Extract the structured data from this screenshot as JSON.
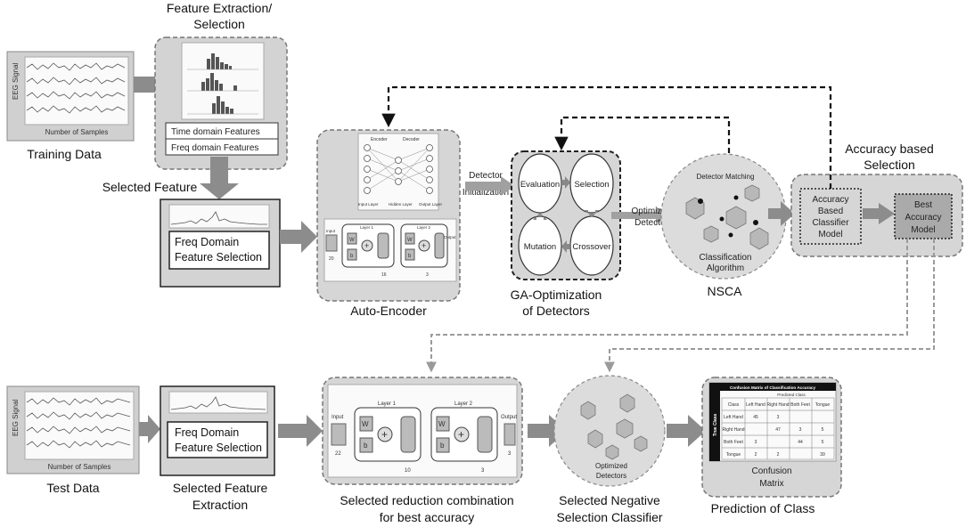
{
  "diagram": {
    "training_data": {
      "caption": "Training Data",
      "signal_axis": "EEG Signal",
      "samples_axis": "Number of Samples"
    },
    "feature_extraction": {
      "title_line1": "Feature Extraction/",
      "title_line2": "Selection",
      "time_features": "Time domain Features",
      "freq_features": "Freq domain Features"
    },
    "selected_feature": {
      "caption": "Selected Feature",
      "box_line1": "Freq Domain",
      "box_line2": "Feature Selection"
    },
    "auto_encoder": {
      "caption": "Auto-Encoder",
      "input_layer": "Input Layer",
      "hidden_layer": "Hidden Layer",
      "output_layer": "Output Layer",
      "encoder": "Encoder",
      "decoder": "Decoder",
      "layer1": "Layer 1",
      "layer2": "Layer 2",
      "input": "Input",
      "output": "Output",
      "w": "W",
      "b": "b",
      "plus": "+",
      "size_in": "20",
      "size_mid": "16",
      "size_out": "3"
    },
    "detector_init": {
      "line1": "Detector",
      "line2": "Initialization"
    },
    "ga": {
      "caption_line1": "GA-Optimization",
      "caption_line2": "of Detectors",
      "evaluation": "Evaluation",
      "selection": "Selection",
      "mutation": "Mutation",
      "crossover": "Crossover"
    },
    "optimized_detector": {
      "line1": "Optimized",
      "line2": "Detector"
    },
    "nsca": {
      "caption": "NSCA",
      "detector_matching": "Detector Matching",
      "algo_line1": "Classification",
      "algo_line2": "Algorithm"
    },
    "accuracy_selection": {
      "title_line1": "Accuracy based",
      "title_line2": "Selection",
      "model_line1": "Accuracy",
      "model_line2": "Based",
      "model_line3": "Classifier",
      "model_line4": "Model",
      "best_line1": "Best",
      "best_line2": "Accuracy",
      "best_line3": "Model"
    },
    "test_data": {
      "caption": "Test Data",
      "signal_axis": "EEG Signal",
      "samples_axis": "Number of Samples"
    },
    "selected_feature_extraction": {
      "caption_line1": "Selected Feature",
      "caption_line2": "Extraction",
      "box_line1": "Freq Domain",
      "box_line2": "Feature Selection"
    },
    "reduction": {
      "caption_line1": "Selected reduction combination",
      "caption_line2": "for best accuracy",
      "layer1": "Layer 1",
      "layer2": "Layer 2",
      "input": "Input",
      "output": "Output",
      "w": "W",
      "b": "b",
      "plus": "+",
      "size_in": "22",
      "size_mid": "10",
      "size_out": "3"
    },
    "negative_selection": {
      "caption_line1": "Selected Negative",
      "caption_line2": "Selection Classifier",
      "inner_line1": "Optimized",
      "inner_line2": "Detectors"
    },
    "prediction": {
      "caption": "Prediction of Class",
      "matrix_title": "Confusion Matrix of Classification Accuracy",
      "predicted_class": "Predicted Class",
      "true_class": "True Class",
      "header": [
        "Class",
        "Left Hand",
        "Right Hand",
        "Both Feet",
        "Tongue"
      ],
      "rows": [
        [
          "Left Hand",
          "45",
          "3",
          "",
          ""
        ],
        [
          "Right Hand",
          "",
          "47",
          "3",
          "5"
        ],
        [
          "Both Feet",
          "3",
          "",
          "44",
          "5"
        ],
        [
          "Tongue",
          "2",
          "2",
          "",
          "39"
        ]
      ],
      "confusion_line1": "Confusion",
      "confusion_line2": "Matrix"
    }
  }
}
